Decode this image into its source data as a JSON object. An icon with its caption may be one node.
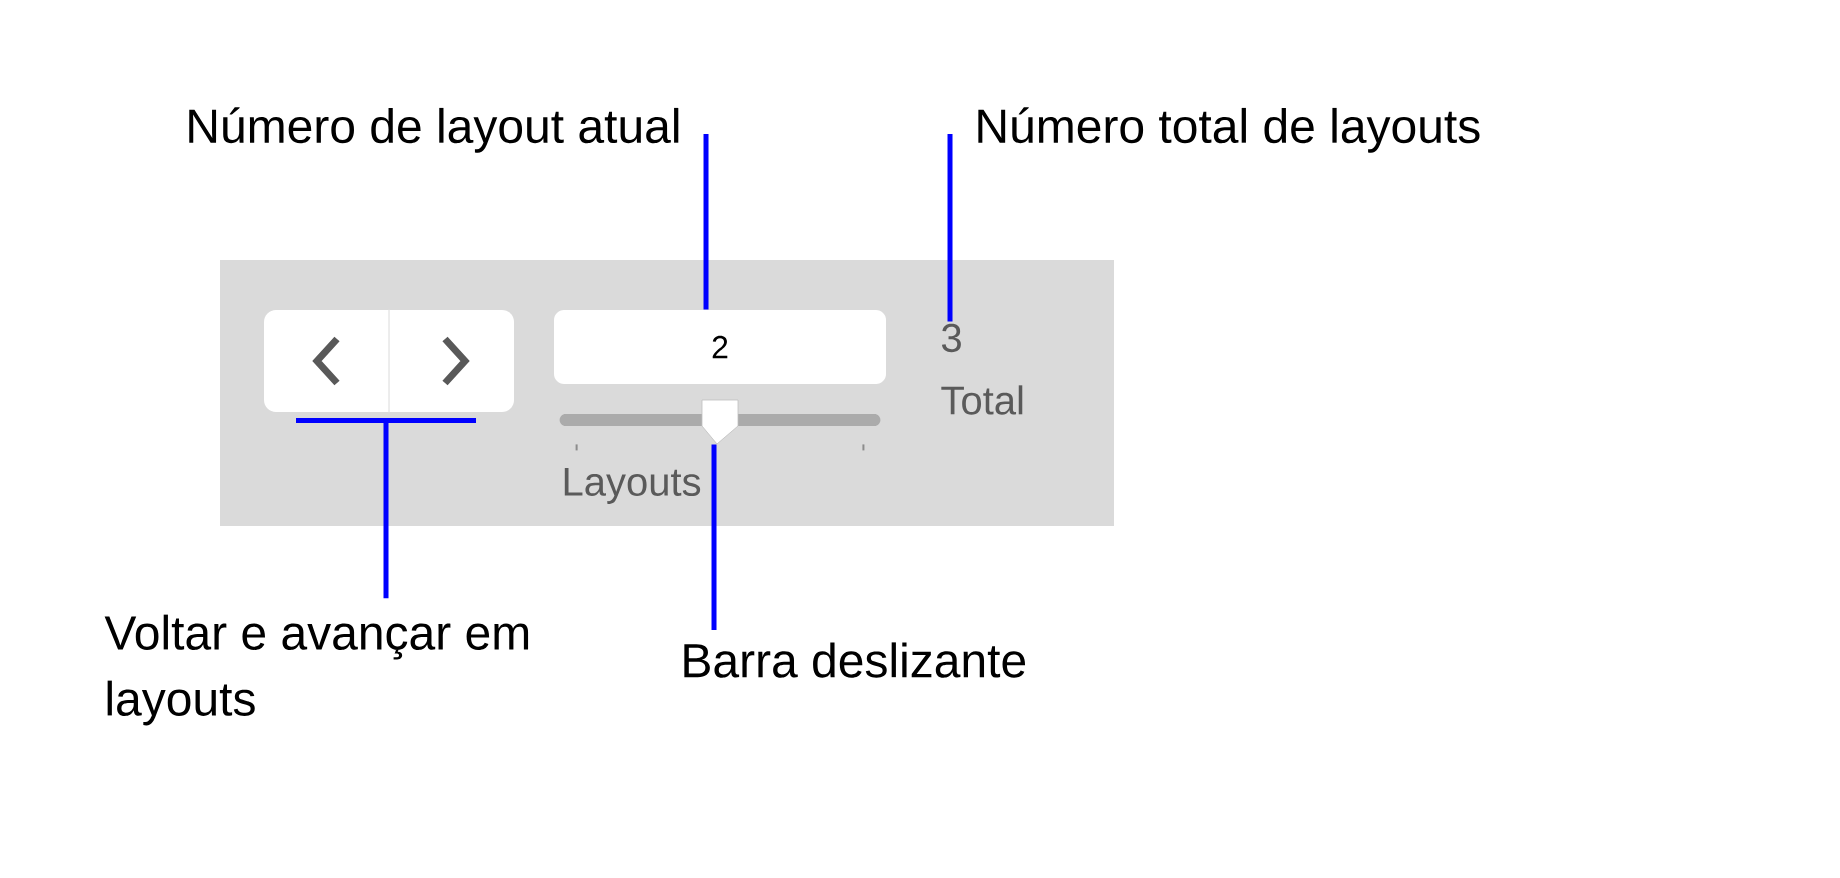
{
  "diagram": {
    "nodes": [
      {
        "text": [
          "Número de layout atual"
        ]
      },
      {
        "text": [
          "Número total de layouts"
        ]
      },
      {
        "text": [
          "Voltar e avançar em layouts"
        ]
      },
      {
        "text": [
          "Barra deslizante"
        ]
      },
      {
        "text": [],
        "shape": "box"
      },
      {
        "text": [],
        "shape": "box",
        "in": 4
      },
      {
        "text": [
          "2"
        ],
        "in": 4
      },
      {
        "text": [],
        "shape": "bar",
        "in": 4
      },
      {
        "text": [
          "3"
        ],
        "in": 4
      }
    ],
    "edges": [
      {
        "from": 0,
        "to": 6,
        "arrow": "none"
      },
      {
        "from": 1,
        "to": 8,
        "arrow": "none"
      },
      {
        "from": 2,
        "to": 5,
        "arrow": "none"
      },
      {
        "from": 3,
        "to": 7,
        "arrow": "none"
      }
    ],
    "labels": [
      "Layouts",
      "Total"
    ]
  }
}
